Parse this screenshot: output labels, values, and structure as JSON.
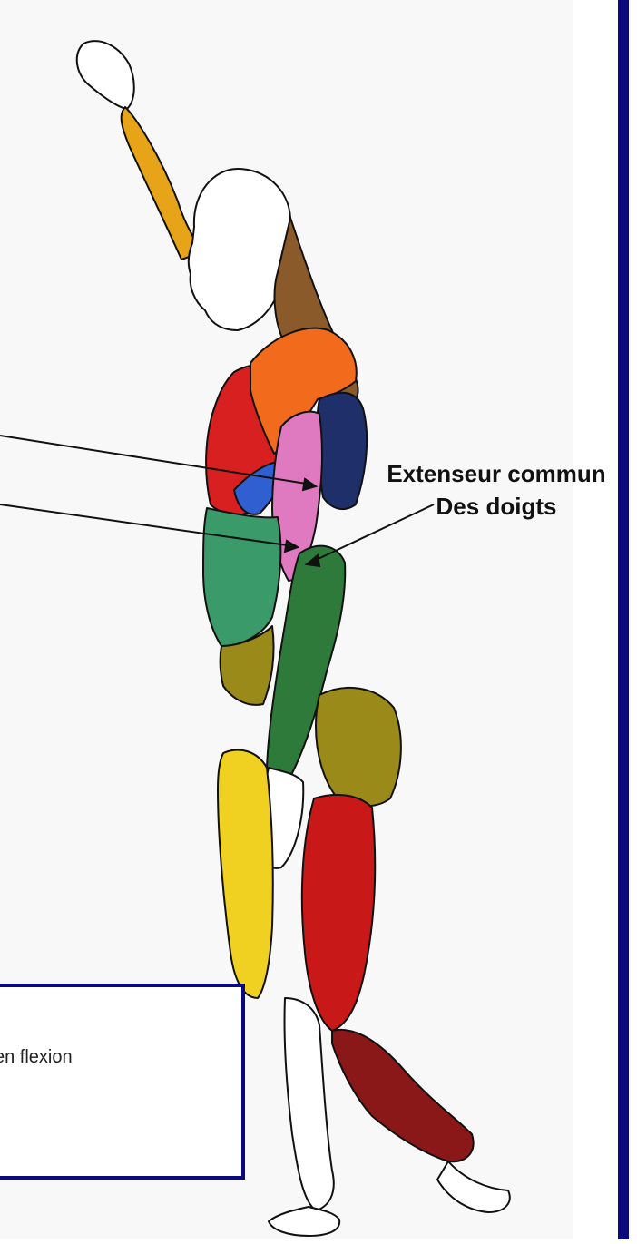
{
  "labels": {
    "muscle_label_line1": "Extenseur commun",
    "muscle_label_line2": "Des doigts"
  },
  "note_box": {
    "text": "en flexion"
  },
  "colors": {
    "frame_blue": "#0a0a7e",
    "panel_bg": "#f8f8f8",
    "deltoid": "#f26a1c",
    "pectoral": "#d92020",
    "serratus": "#2f5fd0",
    "biceps": "#e07ac0",
    "triceps_dark": "#1f2f6a",
    "latissimus": "#3a9a6a",
    "forearm_extensors": "#2e7a3a",
    "gluteus": "#9a8a1a",
    "quadriceps": "#f0d020",
    "hamstrings": "#c81818",
    "calf": "#8a1818",
    "forearm_raised": "#e8a418",
    "trapezius": "#8a5a2a",
    "skin_white": "#ffffff"
  }
}
